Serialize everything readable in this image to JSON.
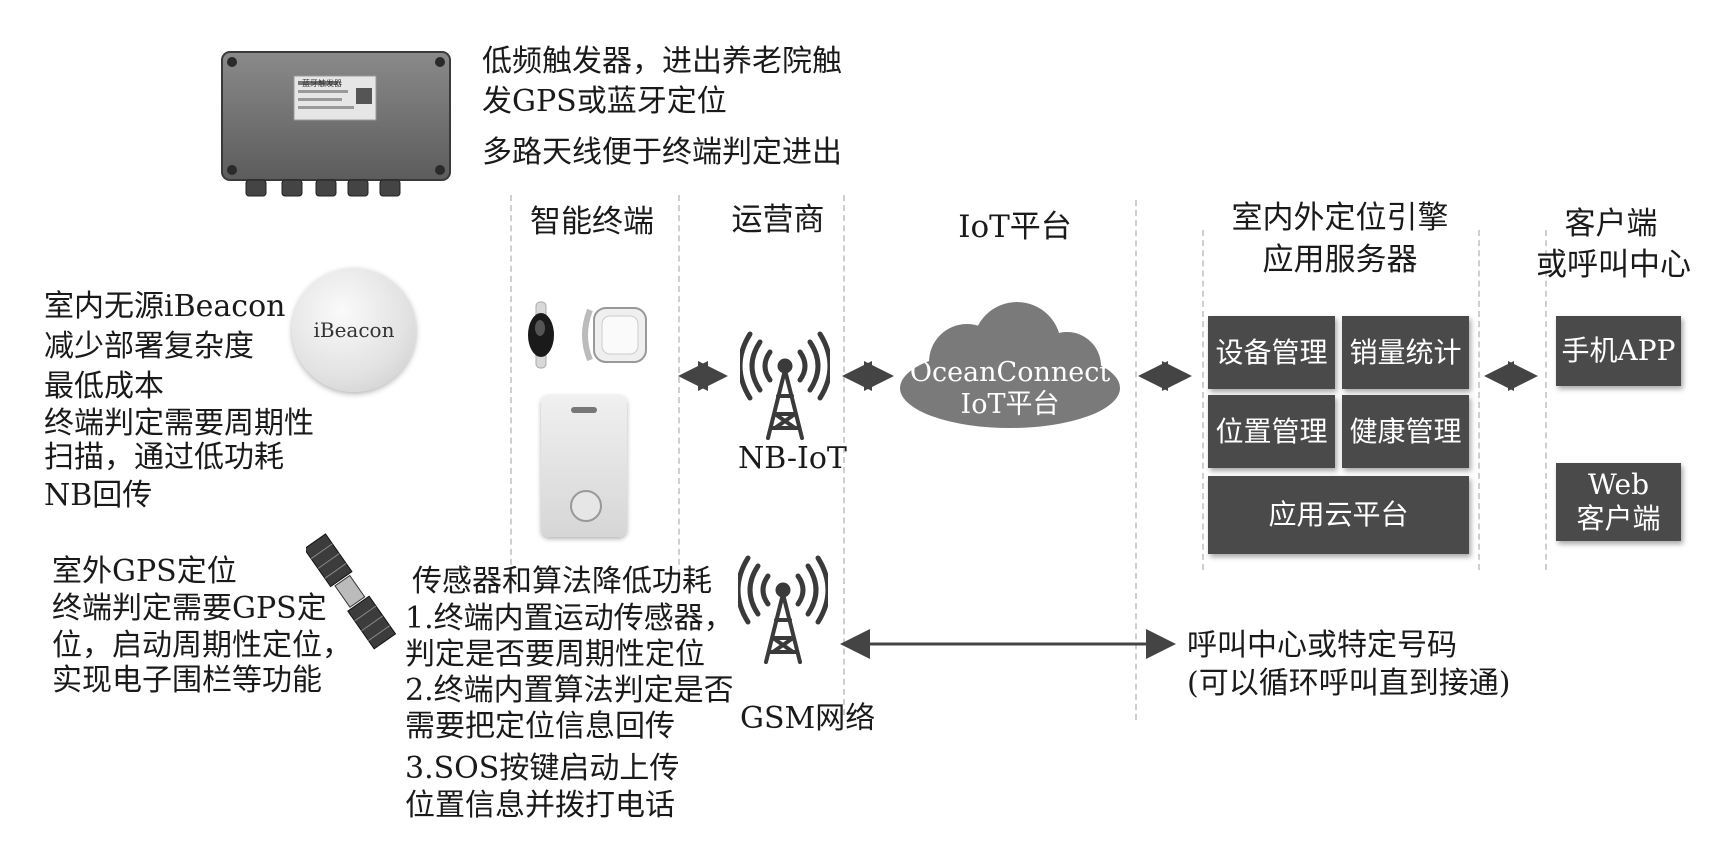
{
  "trigger": {
    "desc_line1": "低频触发器，进出养老院触",
    "desc_line2": "发GPS或蓝牙定位",
    "desc_line3": "多路天线便于终端判定进出",
    "device_label": "蓝牙触发器"
  },
  "ibeacon": {
    "badge": "iBeacon",
    "lines": [
      "室内无源iBeacon",
      "减少部署复杂度",
      "最低成本",
      "终端判定需要周期性",
      "扫描，通过低功耗",
      "NB回传"
    ]
  },
  "gps": {
    "lines": [
      "室外GPS定位",
      "终端判定需要GPS定",
      "位，启动周期性定位，",
      "实现电子围栏等功能"
    ]
  },
  "sensor": {
    "lines": [
      "传感器和算法降低功耗",
      "1.终端内置运动传感器，",
      "判定是否要周期性定位",
      "2.终端内置算法判定是否",
      "需要把定位信息回传",
      "3.SOS按键启动上传",
      "位置信息并拨打电话"
    ]
  },
  "columns": {
    "terminal": "智能终端",
    "operator": "运营商",
    "iot_platform": "IoT平台",
    "engine_line1": "室内外定位引擎",
    "engine_line2": "应用服务器",
    "client_line1": "客户端",
    "client_line2": "或呼叫中心"
  },
  "network": {
    "nb": "NB-IoT",
    "gsm": "GSM网络"
  },
  "cloud": {
    "line1": "OceanConnect",
    "line2": "IoT平台"
  },
  "server_boxes": {
    "device_mgmt": "设备管理",
    "sales_stats": "销量统计",
    "location_mgmt": "位置管理",
    "health_mgmt": "健康管理",
    "app_cloud": "应用云平台"
  },
  "client_boxes": {
    "mobile_app": "手机APP",
    "web_line1": "Web",
    "web_line2": "客户端"
  },
  "call": {
    "line1": "呼叫中心或特定号码",
    "line2": "(可以循环呼叫直到接通)"
  },
  "colors": {
    "box": "#4a4a4a",
    "box_text": "#ffffff",
    "cloud": "#7a7a7a",
    "arrow": "#444444",
    "tower": "#3a3a3a"
  }
}
